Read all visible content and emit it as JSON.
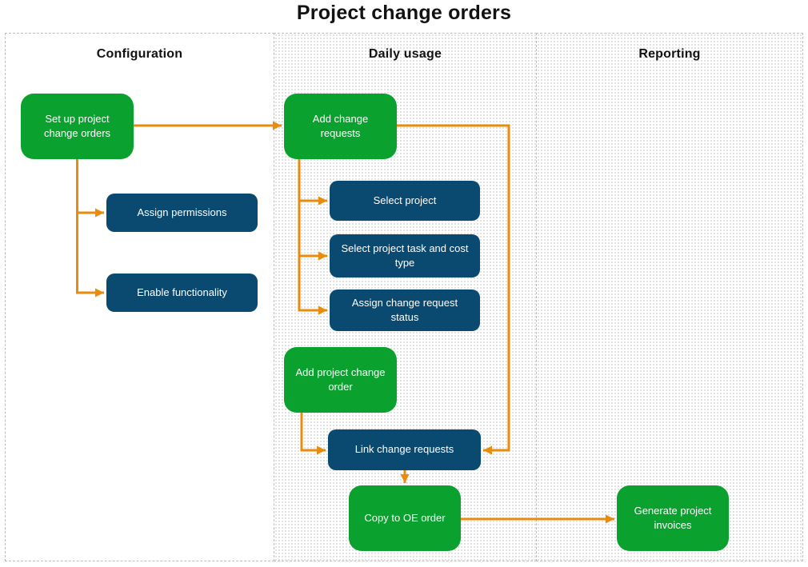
{
  "title": "Project change orders",
  "columns": [
    {
      "id": "configuration",
      "label": "Configuration"
    },
    {
      "id": "daily-usage",
      "label": "Daily usage"
    },
    {
      "id": "reporting",
      "label": "Reporting"
    }
  ],
  "nodes": [
    {
      "id": "set-up-project-change-orders",
      "label": "Set up project change orders",
      "column": "configuration",
      "kind": "primary"
    },
    {
      "id": "assign-permissions",
      "label": "Assign permissions",
      "column": "configuration",
      "kind": "secondary"
    },
    {
      "id": "enable-functionality",
      "label": "Enable functionality",
      "column": "configuration",
      "kind": "secondary"
    },
    {
      "id": "add-change-requests",
      "label": "Add change requests",
      "column": "daily-usage",
      "kind": "primary"
    },
    {
      "id": "select-project",
      "label": "Select project",
      "column": "daily-usage",
      "kind": "secondary"
    },
    {
      "id": "select-project-task-and-cost-type",
      "label": "Select project task and cost type",
      "column": "daily-usage",
      "kind": "secondary"
    },
    {
      "id": "assign-change-request-status",
      "label": "Assign change request status",
      "column": "daily-usage",
      "kind": "secondary"
    },
    {
      "id": "add-project-change-order",
      "label": "Add project change order",
      "column": "daily-usage",
      "kind": "primary"
    },
    {
      "id": "link-change-requests",
      "label": "Link change requests",
      "column": "daily-usage",
      "kind": "secondary"
    },
    {
      "id": "copy-to-oe-order",
      "label": "Copy to OE order",
      "column": "daily-usage",
      "kind": "primary"
    },
    {
      "id": "generate-project-invoices",
      "label": "Generate project invoices",
      "column": "reporting",
      "kind": "primary"
    }
  ],
  "edges": [
    {
      "from": "set-up-project-change-orders",
      "to": "add-change-requests"
    },
    {
      "from": "set-up-project-change-orders",
      "to": "assign-permissions"
    },
    {
      "from": "set-up-project-change-orders",
      "to": "enable-functionality"
    },
    {
      "from": "add-change-requests",
      "to": "select-project"
    },
    {
      "from": "add-change-requests",
      "to": "select-project-task-and-cost-type"
    },
    {
      "from": "add-change-requests",
      "to": "assign-change-request-status"
    },
    {
      "from": "add-change-requests",
      "to": "link-change-requests"
    },
    {
      "from": "add-project-change-order",
      "to": "link-change-requests"
    },
    {
      "from": "link-change-requests",
      "to": "copy-to-oe-order"
    },
    {
      "from": "copy-to-oe-order",
      "to": "generate-project-invoices"
    }
  ],
  "colors": {
    "node_green": "#0ba12e",
    "node_blue": "#0b4a70",
    "connector_orange": "#e88c0e",
    "heading_text": "#121212",
    "node_text": "#ffffff",
    "panel_border": "#bdbdbd",
    "panel_dot": "#d8d8d8"
  }
}
